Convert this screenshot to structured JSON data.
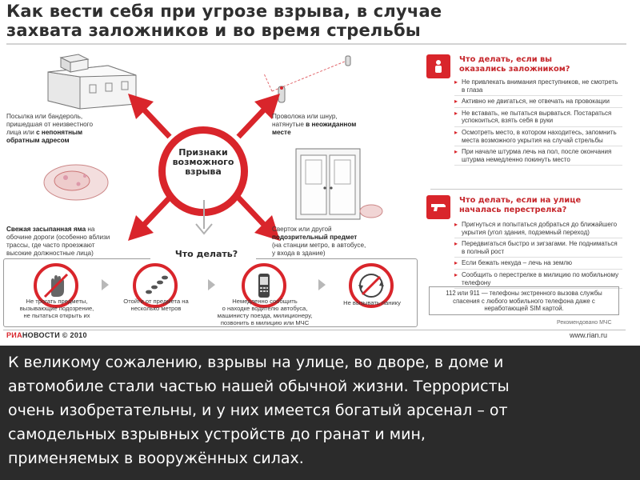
{
  "slide": {
    "title_lines": [
      "Как вести себя при угрозе взрыва, в случае",
      "захвата заложников и во время стрельбы"
    ],
    "caption_lines": [
      "К великому сожалению, взрывы на улице, во дворе, в доме и",
      "автомобиле стали частью нашей обычной жизни. Террористы",
      "очень изобретательны, и у них имеется богатый арсенал – от",
      "самодельных взрывных устройств до гранат и мин,",
      "применяемых в вооружённых силах."
    ]
  },
  "infographic": {
    "hub_label_lines": [
      "Признаки",
      "возможного",
      "взрыва"
    ],
    "signs": {
      "parcel": {
        "lines": [
          "Посылка или бандероль,",
          "пришедшая от неизвестного",
          "лица или "
        ],
        "bold": "с непонятным",
        "bold2": "обратным адресом"
      },
      "wire": {
        "lines": [
          "Проволока или шнур,",
          "натянутые "
        ],
        "bold": "в неожиданном",
        "bold2": "месте"
      },
      "pit": {
        "bold": "Свежая засыпанная яма",
        "rest_first": " на",
        "lines": [
          "обочине дороги (особенно вблизи",
          "трассы, где часто проезжают",
          "высокие должностные лица)"
        ]
      },
      "package": {
        "lines": [
          "Сверток или другой"
        ],
        "bold": "подозрительный предмет",
        "lines2": [
          "(на станции метро, в автобусе,",
          "у входа в здание)"
        ]
      }
    },
    "what_to_do_label": "Что делать?",
    "steps": [
      {
        "icon": "hand-prohibited-icon",
        "lines": [
          "Не трогать предметы,",
          "вызывающие подозрение,",
          "не пытаться открыть их"
        ]
      },
      {
        "icon": "walking-away-icon",
        "lines": [
          "Отойти от предмета на",
          "несколько метров"
        ]
      },
      {
        "icon": "mobile-phone-icon",
        "lines": [
          "Немедленно сообщить",
          "о находке водителю автобуса,",
          "машинисту поезда, милиционеру,",
          "позвонить в милицию или МЧС"
        ]
      },
      {
        "icon": "no-panic-icon",
        "lines": [
          "Не вызывать панику"
        ]
      }
    ],
    "footer": {
      "logo_ria": "РИА",
      "logo_rest": "НОВОСТИ © 2010",
      "site": "www.rian.ru"
    }
  },
  "sidebar": {
    "hostage": {
      "title_lines": [
        "Что делать, если вы",
        "оказались заложником?"
      ],
      "items": [
        "Не привлекать внимания преступников, не смотреть в глаза",
        "Активно не двигаться, не отвечать на провокации",
        "Не вставать, не пытаться вырваться. Постараться успокоиться, взять себя в руки",
        "Осмотреть место, в котором находитесь, запомнить места возможного укрытия на случай стрельбы",
        "При начале штурма лечь на пол, после окончания штурма немедленно покинуть место"
      ]
    },
    "shooting": {
      "title_lines": [
        "Что делать, если на улице",
        "началась перестрелка?"
      ],
      "items": [
        "Пригнуться и попытаться добраться до ближайшего укрытия (угол здания, подземный переход)",
        "Передвигаться быстро и зигзагами. Не подниматься в полный рост",
        "Если бежать некуда – лечь на землю",
        "Сообщить о перестрелке в милицию по мобильному телефону"
      ]
    },
    "emergency_note": "112 или 911 — телефоны экстренного вызова службы спасения с любого мобильного телефона даже с неработающей SIM картой.",
    "recommended": "Рекомендовано МЧС"
  },
  "colors": {
    "accent_red": "#d9252b",
    "title_gray": "#2f2f2f",
    "caption_bg": "#2b2b2b"
  }
}
